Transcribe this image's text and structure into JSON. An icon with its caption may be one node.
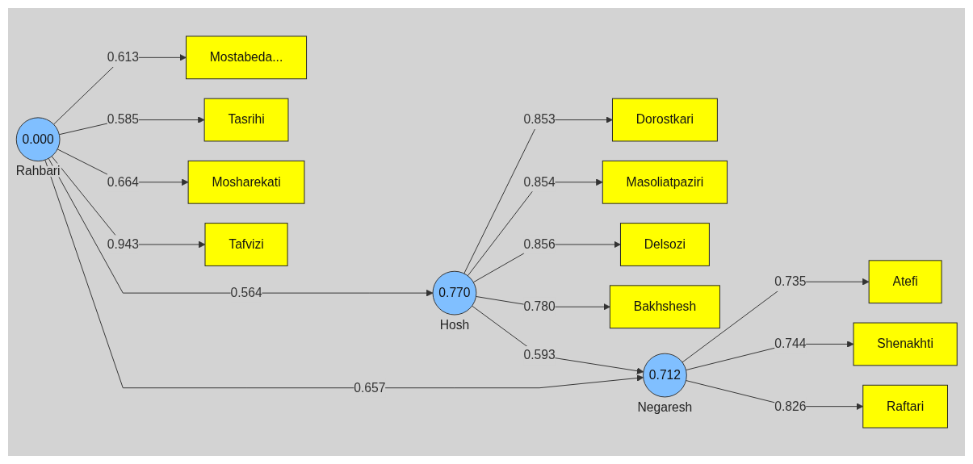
{
  "diagram": {
    "nodes": [
      {
        "text": [
          "Dorostkari"
        ]
      },
      {
        "text": [
          "Masoliatpaziri"
        ]
      },
      {
        "text": [
          "Delsozi"
        ]
      },
      {
        "text": [
          "Bakhshesh"
        ]
      },
      {
        "text": [
          "0.770"
        ],
        "beside": [
          "Hosh"
        ]
      },
      {
        "text": [
          "Mostabeda..."
        ]
      },
      {
        "text": [
          "Tasrihi"
        ]
      },
      {
        "text": [
          "Mosharekati"
        ]
      },
      {
        "text": [
          "Tafvizi"
        ]
      },
      {
        "text": [
          "0.000"
        ],
        "beside": [
          "Rahbari"
        ]
      },
      {
        "text": [
          "0.712"
        ],
        "beside": [
          "Negaresh"
        ]
      },
      {
        "text": [
          "Atefi"
        ]
      },
      {
        "text": [
          "Shenakhti"
        ]
      },
      {
        "text": [
          "Raftari"
        ]
      }
    ],
    "edges": [
      {
        "from": 4,
        "to": 0,
        "arrow": "to",
        "label": "0.853"
      },
      {
        "from": 4,
        "to": 1,
        "arrow": "to",
        "label": "0.854"
      },
      {
        "from": 4,
        "to": 2,
        "arrow": "to",
        "label": "0.856"
      },
      {
        "from": 4,
        "to": 3,
        "arrow": "to",
        "label": "0.780"
      },
      {
        "from": 9,
        "to": 4,
        "arrow": "to",
        "label": "0.564"
      },
      {
        "from": 4,
        "to": 10,
        "arrow": "to",
        "label": "0.593"
      },
      {
        "from": 9,
        "to": 10,
        "arrow": "to",
        "label": "0.657"
      },
      {
        "from": 9,
        "to": 5,
        "arrow": "to",
        "label": "0.613"
      },
      {
        "from": 9,
        "to": 6,
        "arrow": "to",
        "label": "0.585"
      },
      {
        "from": 9,
        "to": 7,
        "arrow": "to",
        "label": "0.664"
      },
      {
        "from": 9,
        "to": 8,
        "arrow": "to",
        "label": "0.943"
      },
      {
        "from": 10,
        "to": 11,
        "arrow": "to",
        "label": "0.735"
      },
      {
        "from": 10,
        "to": 12,
        "arrow": "to",
        "label": "0.744"
      },
      {
        "from": 10,
        "to": 13,
        "arrow": "to",
        "label": "0.826"
      }
    ]
  }
}
